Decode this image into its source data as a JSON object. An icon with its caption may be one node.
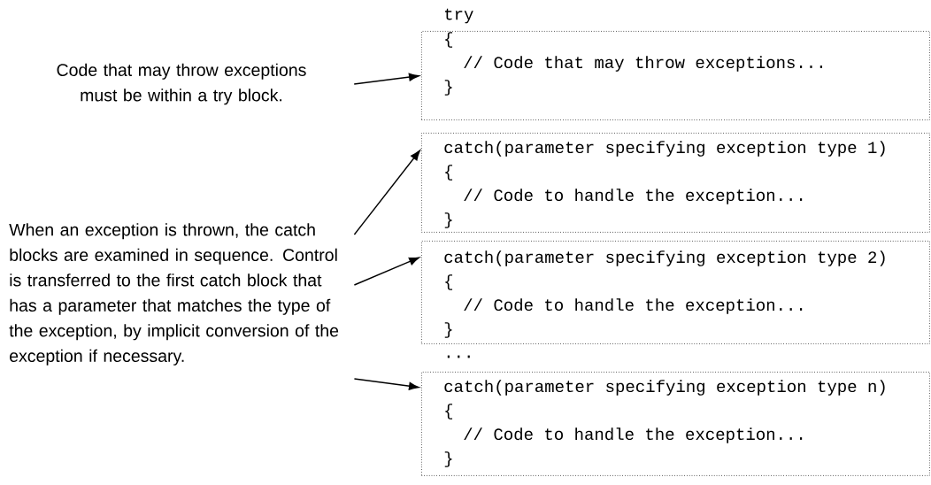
{
  "diagram": {
    "nodes": [
      {
        "text": [
          "Code that may throw exceptions must be within a try block."
        ]
      },
      {
        "text": [
          "try",
          "{",
          "// Code that may throw exceptions...",
          "}"
        ]
      },
      {
        "text": [
          "catch(parameter specifying exception type 1)",
          "{",
          "// Code to handle the exception...",
          "}"
        ]
      },
      {
        "text": [
          "When an exception is thrown, the catch blocks are examined in sequence. Control is transferred to the first catch block that has a parameter that matches the type of the exception, by implicit conversion of the exception if necessary."
        ]
      },
      {
        "text": [
          "catch(parameter specifying exception type 2)",
          "{",
          "// Code to handle the exception...",
          "}"
        ]
      },
      {
        "text": [
          "catch(parameter specifying exception type n)",
          "{",
          "// Code to handle the exception...",
          "}"
        ]
      }
    ],
    "edges": [
      {
        "from": 0,
        "to": 1,
        "arrow": "to"
      },
      {
        "from": 3,
        "to": 2,
        "arrow": "to"
      },
      {
        "from": 3,
        "to": 4,
        "arrow": "to"
      },
      {
        "from": 3,
        "to": 5,
        "arrow": "to"
      }
    ],
    "labels": [
      "..."
    ]
  }
}
